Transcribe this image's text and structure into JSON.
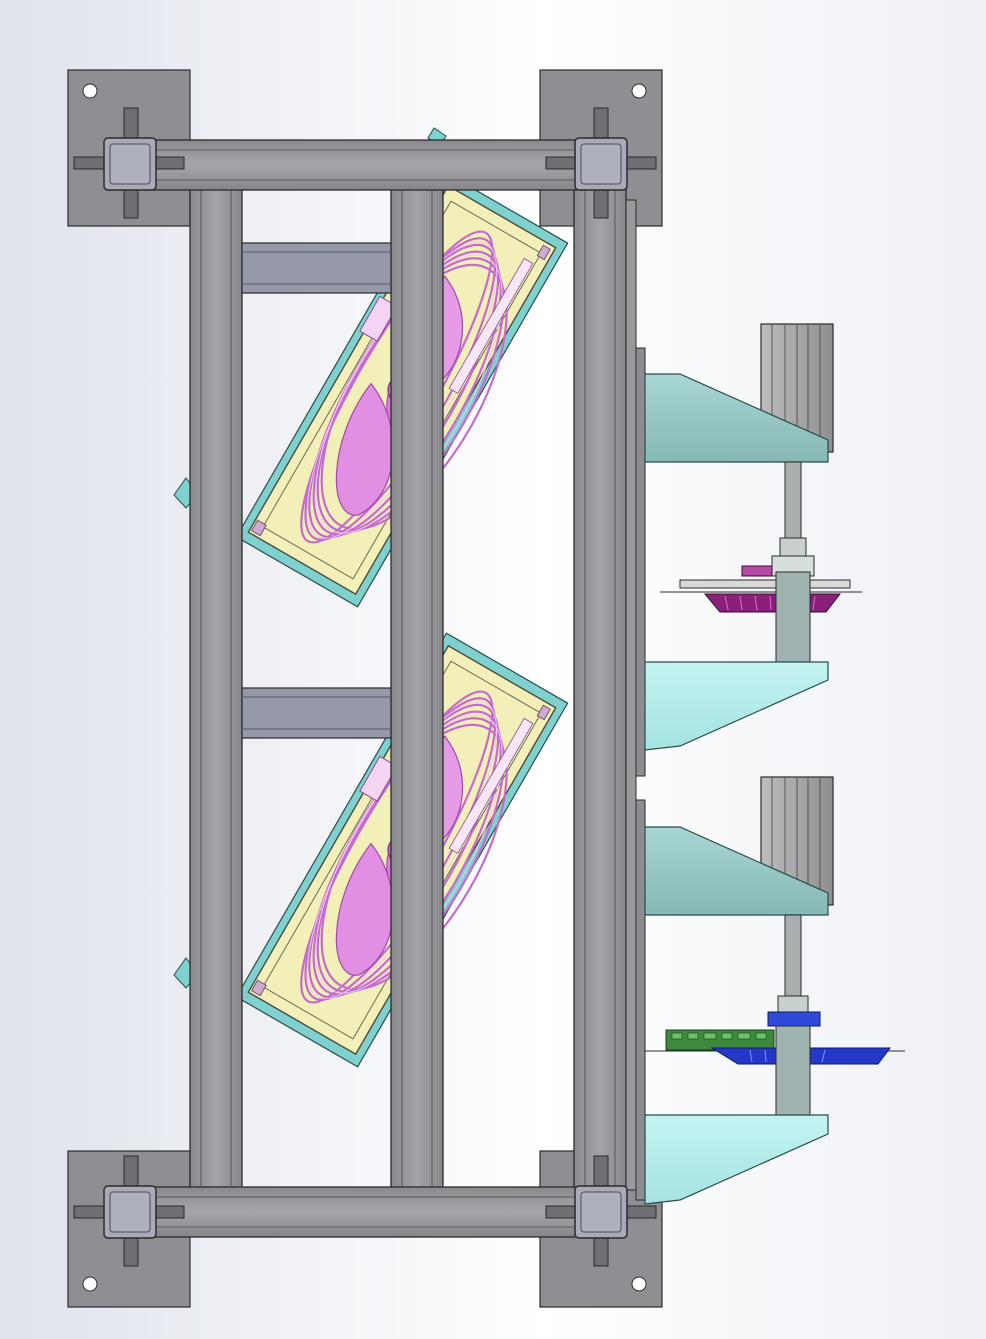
{
  "scene": {
    "kind": "cad-assembly-side-view",
    "background": {
      "left": "#dfe3ec",
      "center": "#ffffff",
      "right": "#eef0f5"
    },
    "colors": {
      "frame_fill": "#9b9b9f",
      "frame_dark": "#7c7c80",
      "frame_edge": "#2b2b2b",
      "mount_plate": "#8f8f93",
      "joint_block": "#a8aab8",
      "crossbar_fill": "#9598a8",
      "fan_housing": "#f2efb8",
      "fan_border": "#4a4a3c",
      "fan_coil": "#d58ad8",
      "fan_blade": "#e59be6",
      "fan_base_plate": "#7fd1cf",
      "shelf_upper": "#8fbfbd",
      "shelf_lower": "#b3eceb",
      "heatsink": "#a7a7a9",
      "shaft": "#9fb3b1",
      "stage_magenta": "#8a1f7a",
      "stage_blue": "#2338c8",
      "stage_green": "#3d8a3d"
    }
  },
  "components": {
    "mount_plates": [
      "top-left",
      "top-right",
      "bottom-left",
      "bottom-right"
    ],
    "fan_units": [
      "upper-fan",
      "lower-fan"
    ],
    "shelf_assemblies": [
      {
        "name": "upper-shelf-assembly",
        "stage_color_key": "stage_magenta"
      },
      {
        "name": "lower-shelf-assembly",
        "stage_color_key": "stage_blue"
      }
    ]
  }
}
